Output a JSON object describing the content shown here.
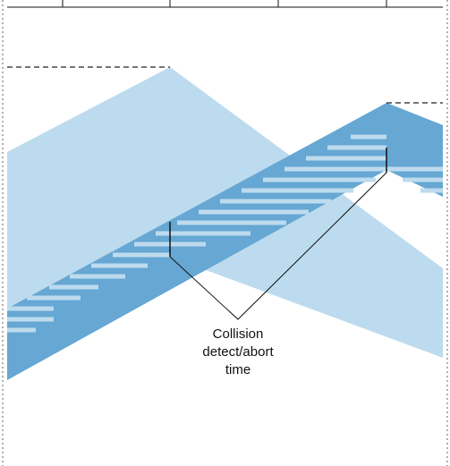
{
  "callout": {
    "lines": [
      "Collision",
      "detect/abort",
      "time"
    ]
  },
  "colors": {
    "light_band": "#bddbee",
    "dark_band": "#66a7d3",
    "stripe_light": "#bddbee",
    "line": "#111111",
    "border_dots": "#b0b0b0",
    "dash": "#222222"
  }
}
